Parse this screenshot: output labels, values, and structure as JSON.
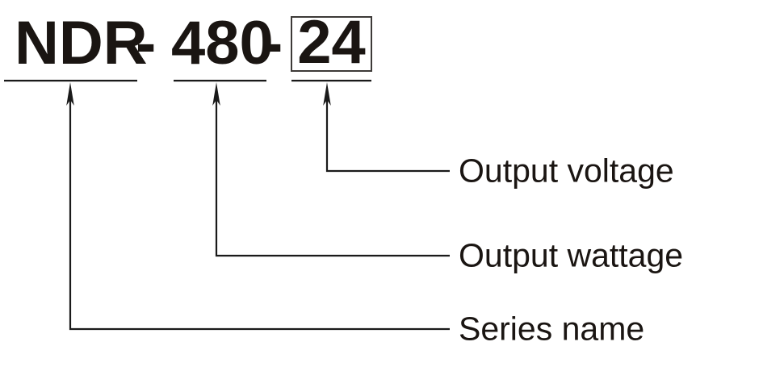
{
  "diagram": {
    "type": "model-number-breakdown",
    "model_number": "NDR-480-24",
    "colors": {
      "ink": "#1a1512",
      "line": "#1a1a1a",
      "box_border": "#3d3a38",
      "background": "#ffffff"
    },
    "model_parts": {
      "series": "NDR",
      "separator_1": "-",
      "wattage": "480",
      "separator_2": "-",
      "voltage": "24"
    },
    "callouts": [
      {
        "id": "output-voltage",
        "label": "Output voltage",
        "points_to": "24"
      },
      {
        "id": "output-wattage",
        "label": "Output wattage",
        "points_to": "480"
      },
      {
        "id": "series-name",
        "label": "Series name",
        "points_to": "NDR"
      }
    ]
  }
}
